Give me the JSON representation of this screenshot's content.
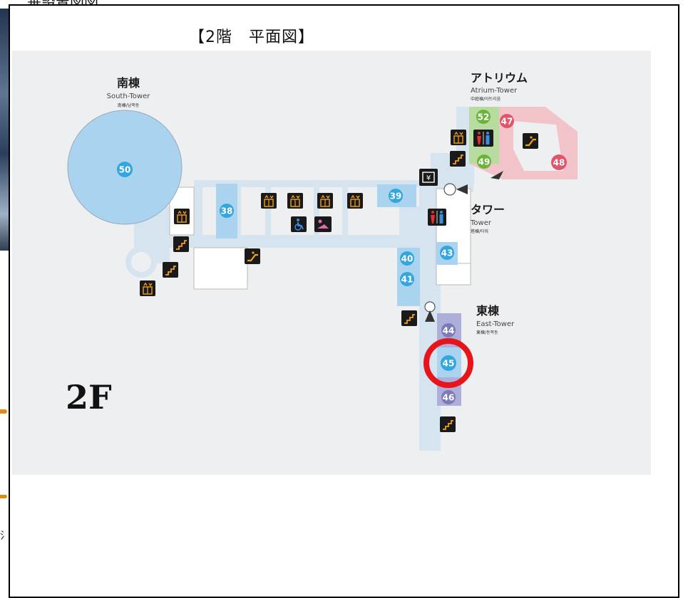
{
  "page_title": "【2階　平面図】",
  "top_cut_text": "二乗設置図図",
  "left_cut_text": "氵",
  "floor_label": "2F",
  "buildings": [
    {
      "id": "south",
      "jp": "南棟",
      "en": "South-Tower",
      "kr": "南棟/남쪽동"
    },
    {
      "id": "atrium",
      "jp": "アトリウム",
      "en": "Atrium-Tower",
      "kr": "中庭棟/아트리움"
    },
    {
      "id": "tower",
      "jp": "タワー",
      "en": "Tower",
      "kr": "塔棟/타워"
    },
    {
      "id": "east",
      "jp": "東棟",
      "en": "East-Tower",
      "kr": "東棟/동쪽동"
    }
  ],
  "rooms": [
    {
      "n": "50",
      "color": "#33a6dd"
    },
    {
      "n": "38",
      "color": "#33a6dd"
    },
    {
      "n": "39",
      "color": "#33a6dd"
    },
    {
      "n": "40",
      "color": "#33a6dd"
    },
    {
      "n": "41",
      "color": "#33a6dd"
    },
    {
      "n": "43",
      "color": "#33a6dd"
    },
    {
      "n": "44",
      "color": "#7d7ab8"
    },
    {
      "n": "45",
      "color": "#33a6dd"
    },
    {
      "n": "46",
      "color": "#7d7ab8"
    },
    {
      "n": "47",
      "color": "#e0556a"
    },
    {
      "n": "48",
      "color": "#e0556a"
    },
    {
      "n": "49",
      "color": "#6bb33b"
    },
    {
      "n": "52",
      "color": "#6bb33b"
    }
  ],
  "highlight": {
    "room": "45",
    "color": "#e8141c"
  },
  "colors": {
    "corridor": "#d6e4ef",
    "blue_zone": "#a9d3ee",
    "purple_zone": "#aeaedb",
    "pink_zone": "#f2c4c9",
    "green_zone": "#b8dca0",
    "panel": "#eeeff0",
    "icon_bg": "#1a1a1a",
    "icon_fg": "#f0a020"
  },
  "icons": [
    "elevator-icon",
    "stairs-icon",
    "escalator-icon",
    "restroom-icon",
    "accessible-icon",
    "baby-care-icon",
    "atm-icon",
    "entrance-arrow-icon"
  ]
}
